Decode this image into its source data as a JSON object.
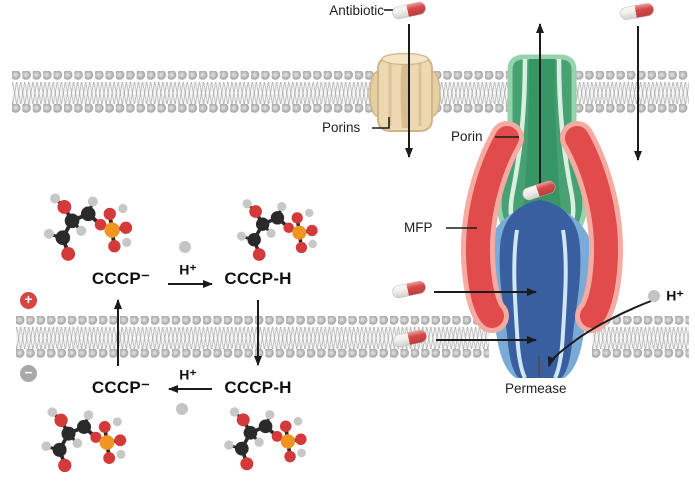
{
  "labels": {
    "antibiotic": "Antibiotic",
    "porins": "Porins",
    "porin": "Porin",
    "mfp": "MFP",
    "permease": "Permease",
    "proton_right": "H⁺"
  },
  "reaction_top": {
    "reactant": "CCCP⁻",
    "proton": "H⁺",
    "product": "CCCP-H"
  },
  "reaction_bottom": {
    "reactant": "CCCP⁻",
    "proton": "H⁺",
    "product": "CCCP-H"
  },
  "charges": {
    "positive": "+",
    "negative": "−"
  },
  "colors": {
    "pill_red": "#d84848",
    "pill_white": "#f3f1ee",
    "porins_channel_tan": "#ecd9b2",
    "outer_porin_green": "#48a172",
    "outer_porin_green_light": "#96d3ac",
    "mfp_red": "#e14b4b",
    "mfp_pink": "#f5aba2",
    "permease_blue_dark": "#3a5fa0",
    "permease_blue_light": "#79abd6",
    "membrane_gray": "#c0c0c0",
    "plus_badge": "#d64444",
    "minus_badge": "#a9a9a9",
    "carbon_black": "#2a2a2a",
    "oxygen_red": "#d43a3a",
    "phosphate_orange": "#f29422",
    "hydrogen_gray": "#c7c7c7",
    "arrow_black": "#1c1c1c"
  }
}
